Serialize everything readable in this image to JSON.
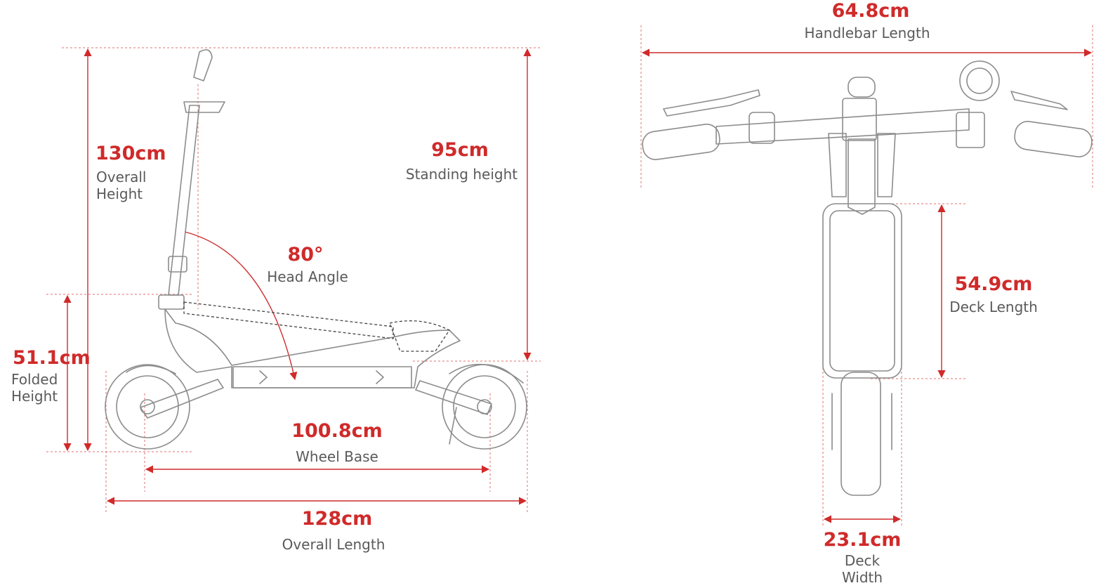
{
  "dimensions": {
    "overall_height": {
      "value": "130cm",
      "label_line1": "Overall",
      "label_line2": "Height"
    },
    "standing_height": {
      "value": "95cm",
      "label": "Standing height"
    },
    "head_angle": {
      "value": "80°",
      "label": "Head Angle"
    },
    "folded_height": {
      "value": "51.1cm",
      "label_line1": "Folded",
      "label_line2": "Height"
    },
    "wheel_base": {
      "value": "100.8cm",
      "label": "Wheel Base"
    },
    "overall_length": {
      "value": "128cm",
      "label": "Overall Length"
    },
    "handlebar_length": {
      "value": "64.8cm",
      "label": "Handlebar Length"
    },
    "deck_length": {
      "value": "54.9cm",
      "label": "Deck Length"
    },
    "deck_width": {
      "value": "23.1cm",
      "label_line1": "Deck",
      "label_line2": "Width"
    }
  },
  "colors": {
    "dimension_red": "#d02a2a",
    "outline_gray": "#8c8c8c",
    "caption_gray": "#5a5a5a"
  },
  "views": [
    "side-view",
    "top-view"
  ]
}
